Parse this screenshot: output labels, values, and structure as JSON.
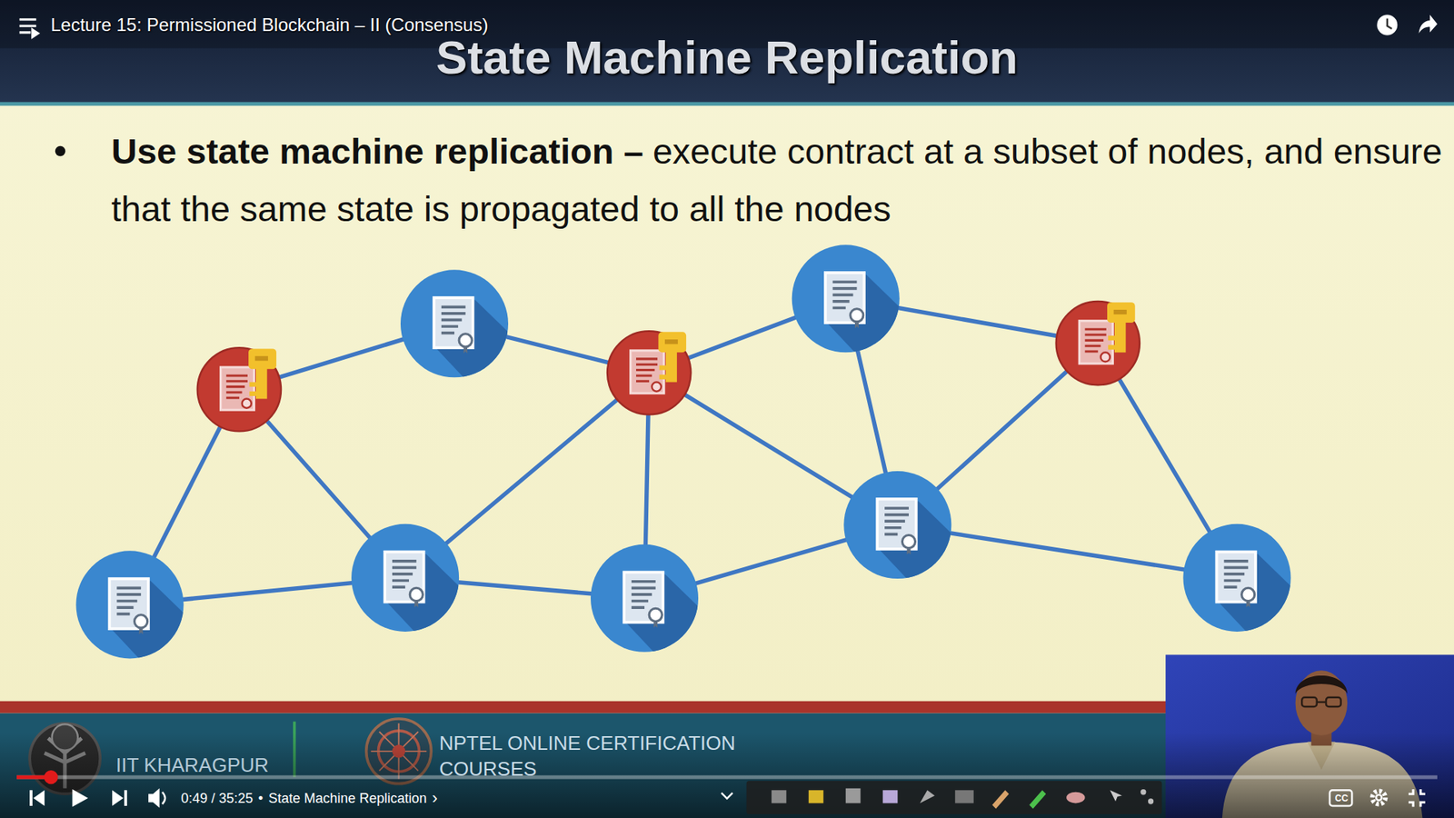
{
  "diagram": {
    "title": "State Machine Replication",
    "labels": [
      "Lecture 15: Permissioned Blockchain – II (Consensus)",
      "Use state machine replication –",
      "execute contract at a subset of nodes, and ensure that the same state is propagated to all the nodes",
      "IIT KHARAGPUR",
      "NPTEL ONLINE CERTIFICATION COURSES",
      "0:49 / 35:25",
      "•",
      "State Machine Replication",
      "›",
      "CC"
    ]
  }
}
